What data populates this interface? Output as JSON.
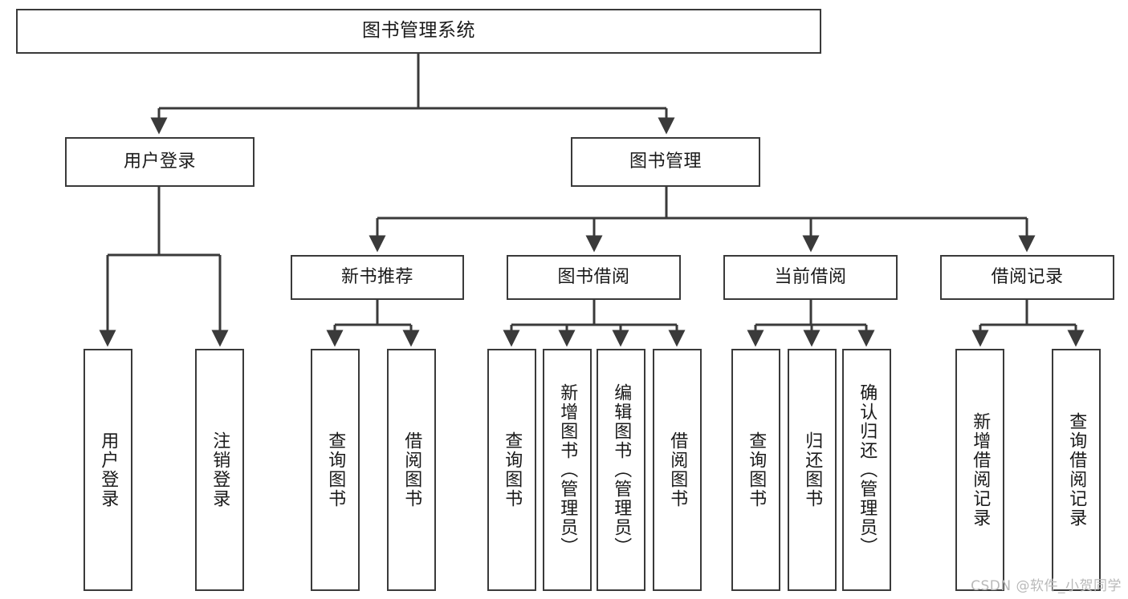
{
  "diagram": {
    "type": "tree",
    "title": "图书管理系统",
    "orientation": "top-down",
    "colors": {
      "box_border": "#3a3a3a",
      "box_fill": "#ffffff",
      "edge": "#3a3a3a",
      "text": "#1a1a1a",
      "watermark": "#b9b9b9",
      "background": "#ffffff"
    },
    "nodes": {
      "root": {
        "label": "图书管理系统"
      },
      "level2": [
        {
          "label": "用户登录"
        },
        {
          "label": "图书管理"
        }
      ],
      "level3": [
        {
          "label": "新书推荐"
        },
        {
          "label": "图书借阅"
        },
        {
          "label": "当前借阅"
        },
        {
          "label": "借阅记录"
        }
      ],
      "leaves": {
        "user_login": [
          {
            "label": "用户登录"
          },
          {
            "label": "注销登录"
          }
        ],
        "new_book_recommend": [
          {
            "label": "查询图书"
          },
          {
            "label": "借阅图书"
          }
        ],
        "book_borrow": [
          {
            "label": "查询图书"
          },
          {
            "label": "新增图书（管理员）"
          },
          {
            "label": "编辑图书（管理员）"
          },
          {
            "label": "借阅图书"
          }
        ],
        "current_borrow": [
          {
            "label": "查询图书"
          },
          {
            "label": "归还图书"
          },
          {
            "label": "确认归还（管理员）"
          }
        ],
        "borrow_record": [
          {
            "label": "新增借阅记录"
          },
          {
            "label": "查询借阅记录"
          }
        ]
      }
    }
  },
  "watermark": {
    "text": "CSDN @软件_小贺同学"
  }
}
